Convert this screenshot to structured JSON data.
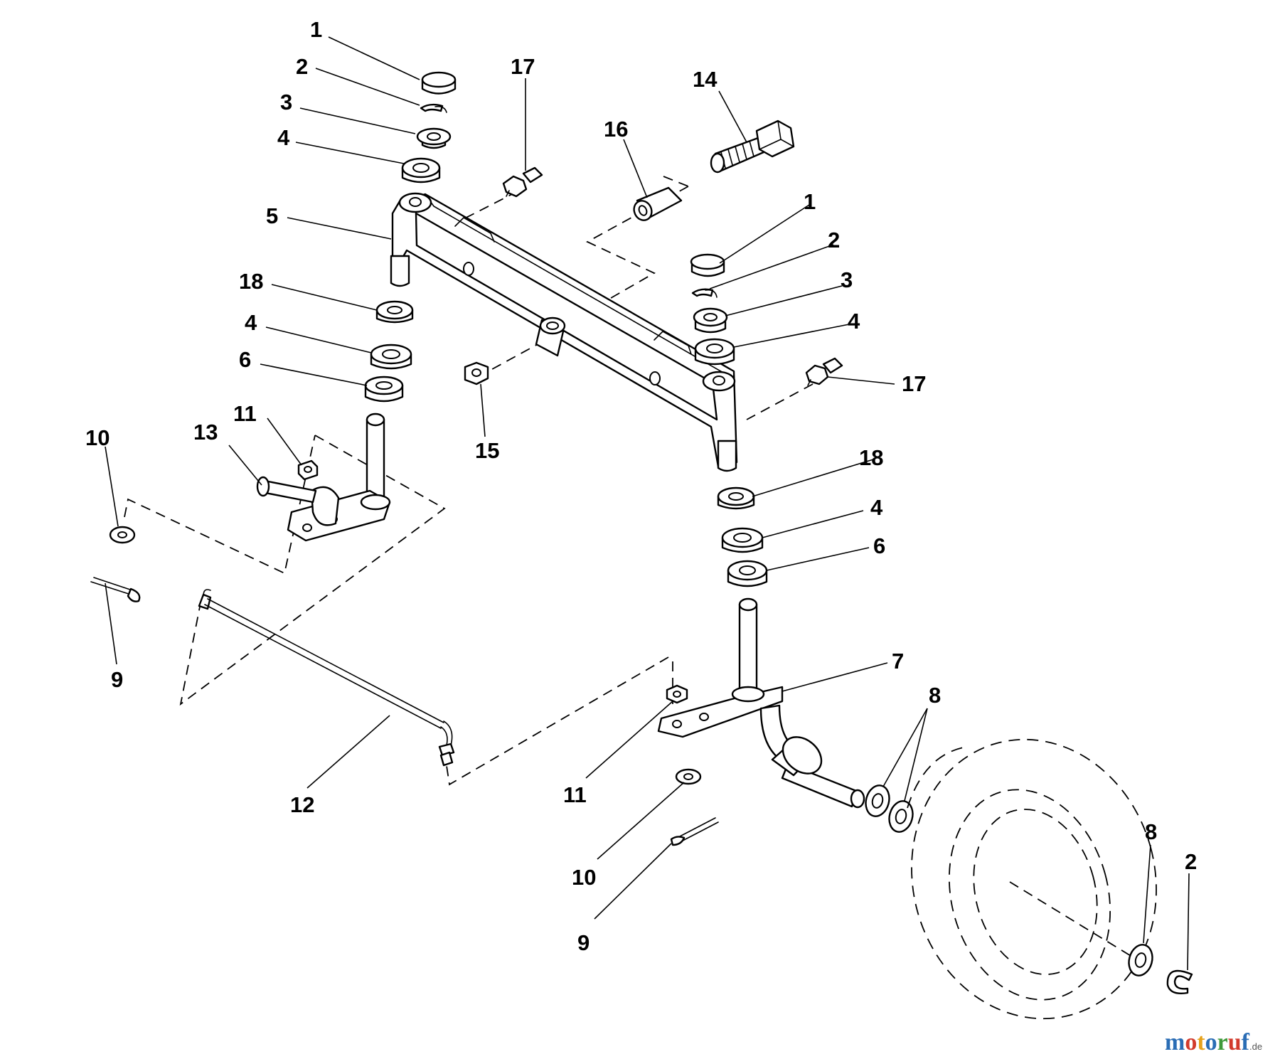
{
  "callouts": {
    "c1a": "1",
    "c2a": "2",
    "c3a": "3",
    "c4a": "4",
    "c17a": "17",
    "c14": "14",
    "c16": "16",
    "c5": "5",
    "c18a": "18",
    "c4b": "4",
    "c6a": "6",
    "c1b": "1",
    "c2b": "2",
    "c3b": "3",
    "c4c": "4",
    "c17b": "17",
    "c15": "15",
    "c10a": "10",
    "c13": "13",
    "c11a": "11",
    "c9a": "9",
    "c18b": "18",
    "c4d": "4",
    "c6b": "6",
    "c7": "7",
    "c8a": "8",
    "c12": "12",
    "c11b": "11",
    "c10b": "10",
    "c9b": "9",
    "c8b": "8",
    "c2c": "2"
  },
  "watermark": {
    "letters": [
      "m",
      "o",
      "t",
      "o",
      "r",
      "u",
      "f"
    ],
    "colors": [
      "#2a6db5",
      "#d23b2d",
      "#e6a21c",
      "#2a6db5",
      "#3f9a3a",
      "#d23b2d",
      "#2a6db5"
    ],
    "suffix": ".de"
  }
}
